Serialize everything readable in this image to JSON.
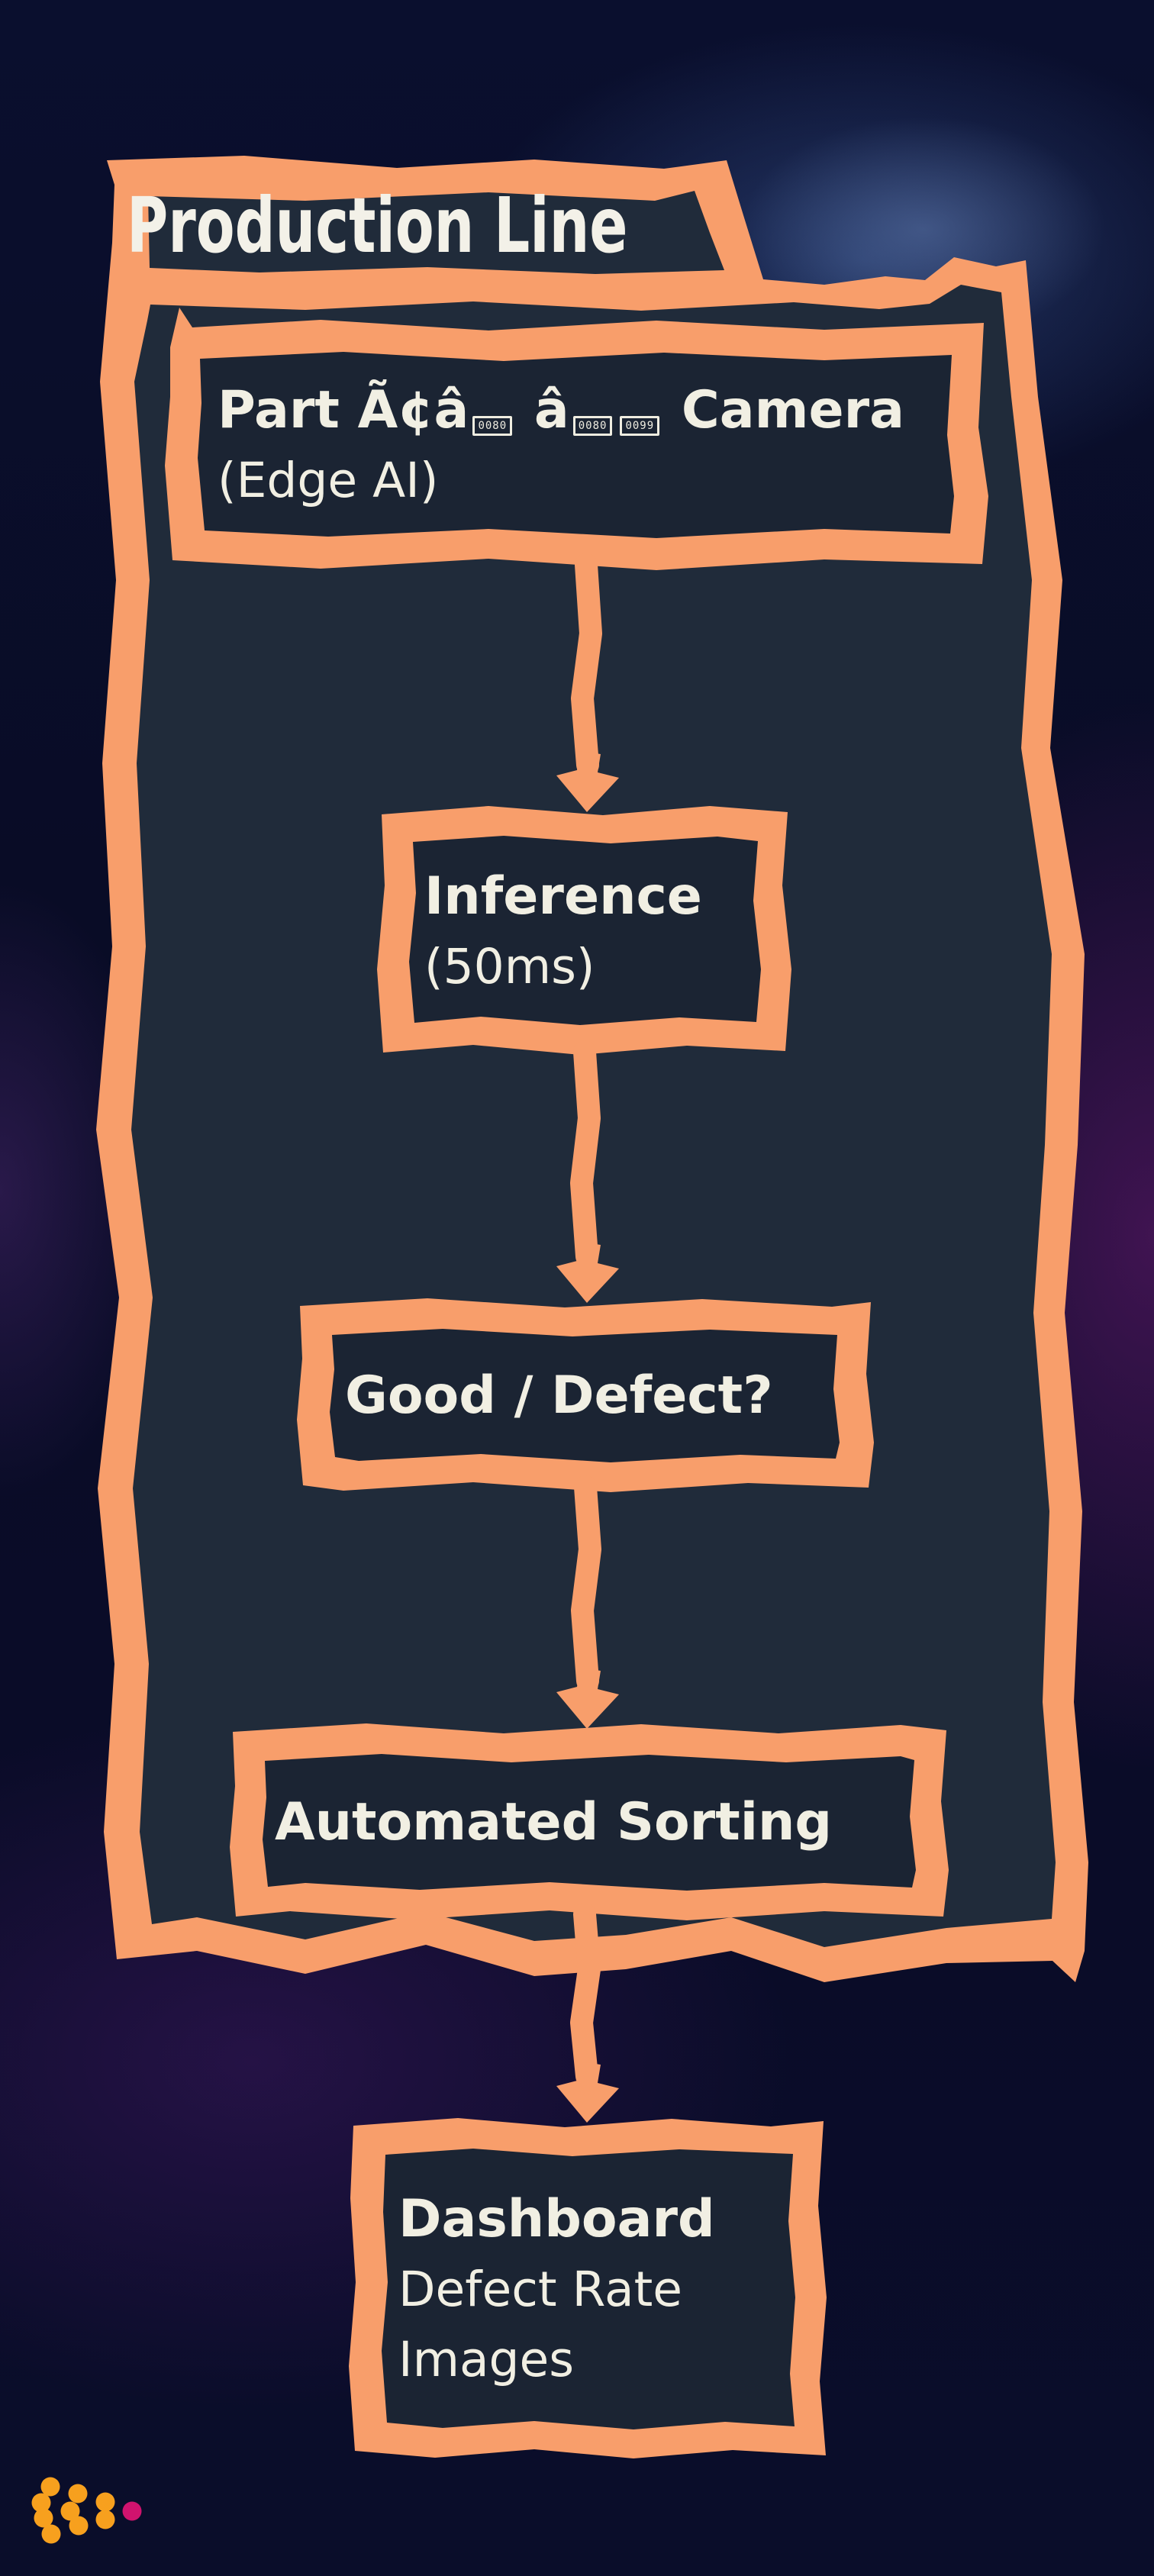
{
  "diagram": {
    "title": "Production Line",
    "nodes": [
      {
        "name": "camera",
        "line1_prefix": "Part Ã¢â",
        "tofu1": "0080",
        "line1_mid": " â",
        "tofu2": "0080",
        "tofu3": "0099",
        "line1_suffix": " Camera",
        "line2": "(Edge AI)"
      },
      {
        "name": "inference",
        "line1": "Inference",
        "line2": "(50ms)"
      },
      {
        "name": "decision",
        "line1": "Good / Defect?"
      },
      {
        "name": "sorting",
        "line1": "Automated Sorting"
      },
      {
        "name": "dashboard",
        "line1": "Dashboard",
        "line2": "Defect Rate",
        "line3": "Images"
      }
    ],
    "colors": {
      "accent_orange": "#F89E6B",
      "container_fill": "#202B3A",
      "node_fill": "#1B2433",
      "text": "#F1EFE3",
      "title_text": "#F3F1E8",
      "background": "#0A0E28",
      "glow_blue": "#3E5F9E",
      "glow_purple": "#8C1E8C",
      "logo_orange": "#F7A01E",
      "logo_pink": "#D0136E"
    }
  }
}
